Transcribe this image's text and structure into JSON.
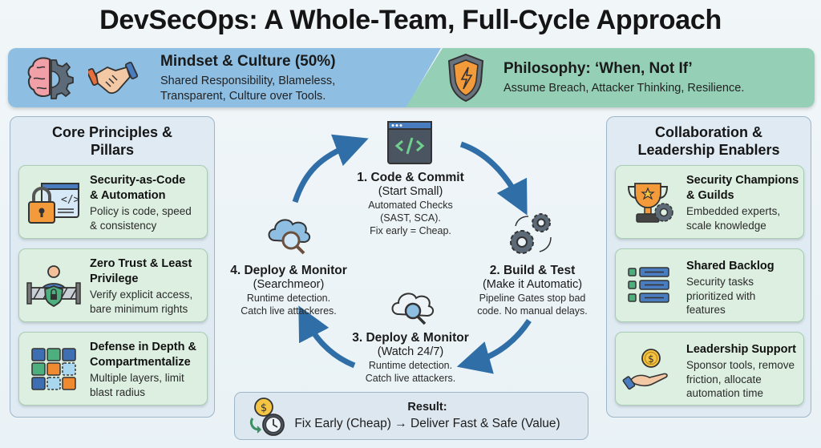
{
  "title": "DevSecOps: A Whole-Team, Full-Cycle Approach",
  "banner": {
    "left": {
      "heading": "Mindset & Culture (50%)",
      "line1": "Shared Responsibility, Blameless,",
      "line2": "Transparent, Culture over Tools.",
      "icons": [
        "brain-gear-icon",
        "handshake-icon"
      ],
      "color": "#8ebfe3"
    },
    "right": {
      "heading": "Philosophy: ‘When, Not If’",
      "text": "Assume Breach, Attacker Thinking, Resilience.",
      "icons": [
        "shield-lightning-icon"
      ],
      "color": "#94cfb6"
    }
  },
  "left_panel": {
    "title_line1": "Core Principles &",
    "title_line2": "Pillars",
    "cards": [
      {
        "head1": "Security-as-Code",
        "head2": "& Automation",
        "text1": "Policy is code, speed",
        "text2": "& consistency",
        "icon": "code-lock-icon"
      },
      {
        "head1": "Zero Trust & Least",
        "head2": "Privilege",
        "text1": "Verify explicit access,",
        "text2": "bare minimum rights",
        "icon": "user-gate-shield-icon"
      },
      {
        "head1": "Defense in Depth &",
        "head2": "Compartmentalize",
        "text1": "Multiple layers, limit",
        "text2": "blast radius",
        "icon": "grid-blocks-icon"
      }
    ]
  },
  "right_panel": {
    "title_line1": "Collaboration &",
    "title_line2": "Leadership Enablers",
    "cards": [
      {
        "head1": "Security Champions",
        "head2": "& Guilds",
        "text1": "Embedded experts,",
        "text2": "scale knowledge",
        "text3": "",
        "icon": "trophy-gear-icon"
      },
      {
        "head1": "Shared Backlog",
        "head2": "",
        "text1": "Security tasks",
        "text2": "prioritized with",
        "text3": "features",
        "icon": "backlog-list-icon"
      },
      {
        "head1": "Leadership Support",
        "head2": "",
        "text1": "Sponsor tools, remove",
        "text2": "friction, allocate",
        "text3": "automation time",
        "icon": "hand-coin-icon"
      }
    ]
  },
  "cycle": {
    "steps": [
      {
        "head": "1. Code & Commit",
        "sub": "(Start Small)",
        "text1": "Automated Checks",
        "text2": "(SAST, SCA).",
        "text3": "Fix early = Cheap.",
        "icon": "code-window-icon"
      },
      {
        "head": "2. Build & Test",
        "sub": "(Make it Automatic)",
        "text1": "Pipeline Gates stop bad",
        "text2": "code. No manual delays.",
        "icon": "gears-icon"
      },
      {
        "head": "3. Deploy & Monitor",
        "sub": "(Watch 24/7)",
        "text1": "Runtime detection.",
        "text2": "Catch live attackers.",
        "icon": "cloud-search-icon"
      },
      {
        "head": "4. Deploy & Monitor",
        "sub": "(Searchmeor)",
        "text1": "Runtime detection.",
        "text2": "Catch live attackeres.",
        "icon": "cloud-search-icon"
      }
    ],
    "arrow_color": "#2f6ea6"
  },
  "result": {
    "heading": "Result:",
    "text": "Fix Early (Cheap) → Deliver Fast & Safe (Value)",
    "icon": "coin-clock-icon"
  }
}
